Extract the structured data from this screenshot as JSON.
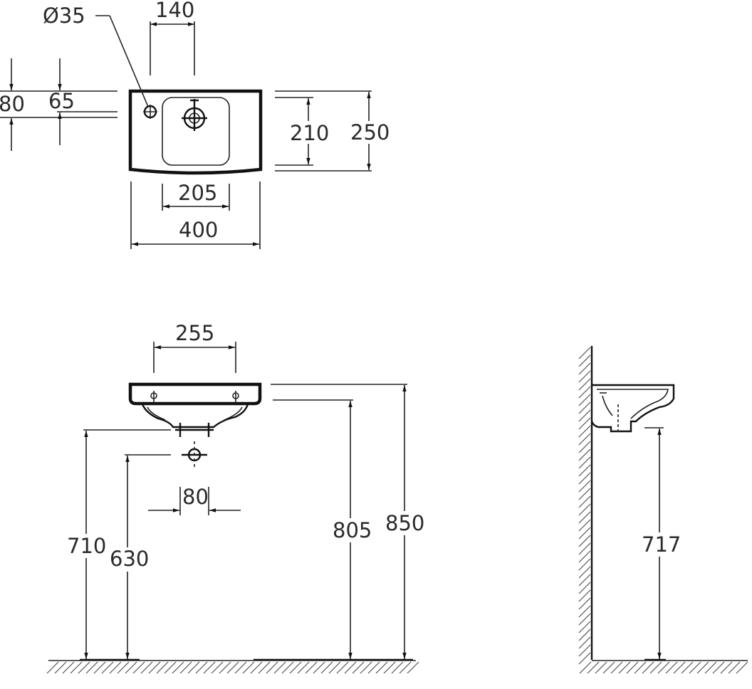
{
  "top_view": {
    "dims": {
      "hole_diameter": "Ø35",
      "tap_spacing": "140",
      "hole_offset_a": "80",
      "hole_offset_b": "65",
      "bowl_depth": "210",
      "basin_depth": "250",
      "bowl_width": "205",
      "basin_width": "400"
    }
  },
  "front_view": {
    "dims": {
      "fixing_spacing": "255",
      "waste_spacing": "80",
      "height_710": "710",
      "height_630": "630",
      "height_805": "805",
      "height_850": "850"
    }
  },
  "side_view": {
    "dims": {
      "height_717": "717"
    }
  }
}
